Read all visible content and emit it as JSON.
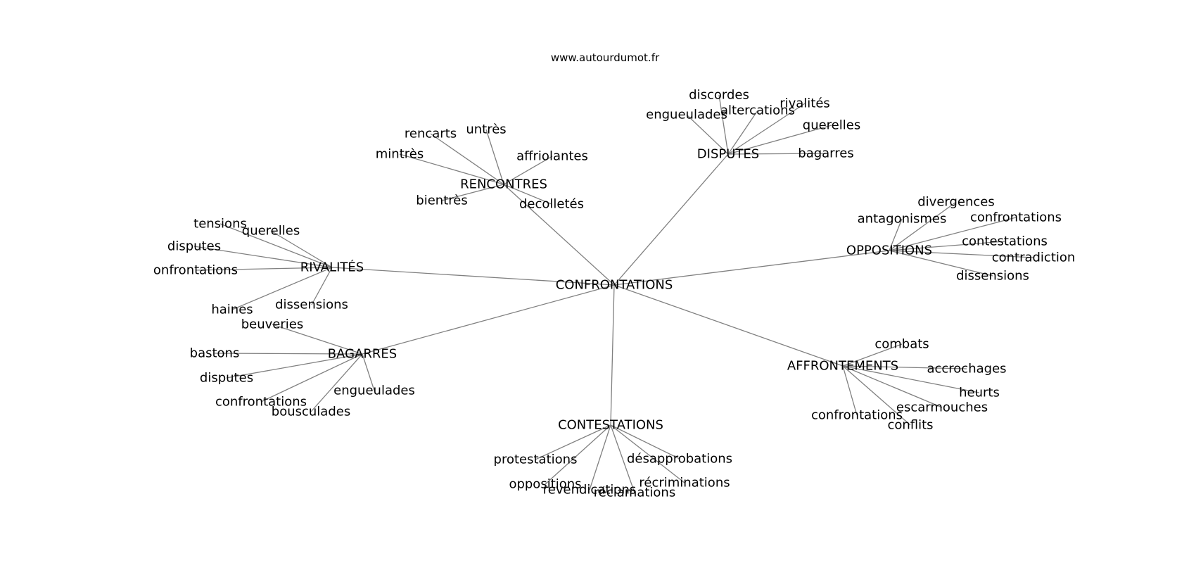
{
  "watermark": "www.autourdumot.fr",
  "center": "CONFRONTATIONS",
  "clusters": [
    {
      "id": "rencontres",
      "label": "RENCONTRES",
      "leaves": [
        "rencarts",
        "untrès",
        "mintrès",
        "affriolantes",
        "bientrès",
        "decolletés"
      ]
    },
    {
      "id": "disputes",
      "label": "DISPUTES",
      "leaves": [
        "discordes",
        "engueulades",
        "altercations",
        "rivalités",
        "querelles",
        "bagarres"
      ]
    },
    {
      "id": "oppositions",
      "label": "OPPOSITIONS",
      "leaves": [
        "divergences",
        "antagonismes",
        "confrontations",
        "contestations",
        "contradiction",
        "dissensions"
      ]
    },
    {
      "id": "affrontements",
      "label": "AFFRONTEMENTS",
      "leaves": [
        "combats",
        "accrochages",
        "heurts",
        "escarmouches",
        "confrontations",
        "conflits"
      ]
    },
    {
      "id": "contestations",
      "label": "CONTESTATIONS",
      "leaves": [
        "protestations",
        "désapprobations",
        "oppositions",
        "récriminations",
        "revendications",
        "réclamations"
      ]
    },
    {
      "id": "bagarres",
      "label": "BAGARRES",
      "leaves": [
        "beuveries",
        "bastons",
        "disputes",
        "confrontations",
        "engueulades",
        "bousculades"
      ]
    },
    {
      "id": "rivalites",
      "label": "RIVALITÉS",
      "leaves": [
        "tensions",
        "querelles",
        "disputes",
        "onfrontations",
        "haines",
        "dissensions"
      ]
    }
  ]
}
